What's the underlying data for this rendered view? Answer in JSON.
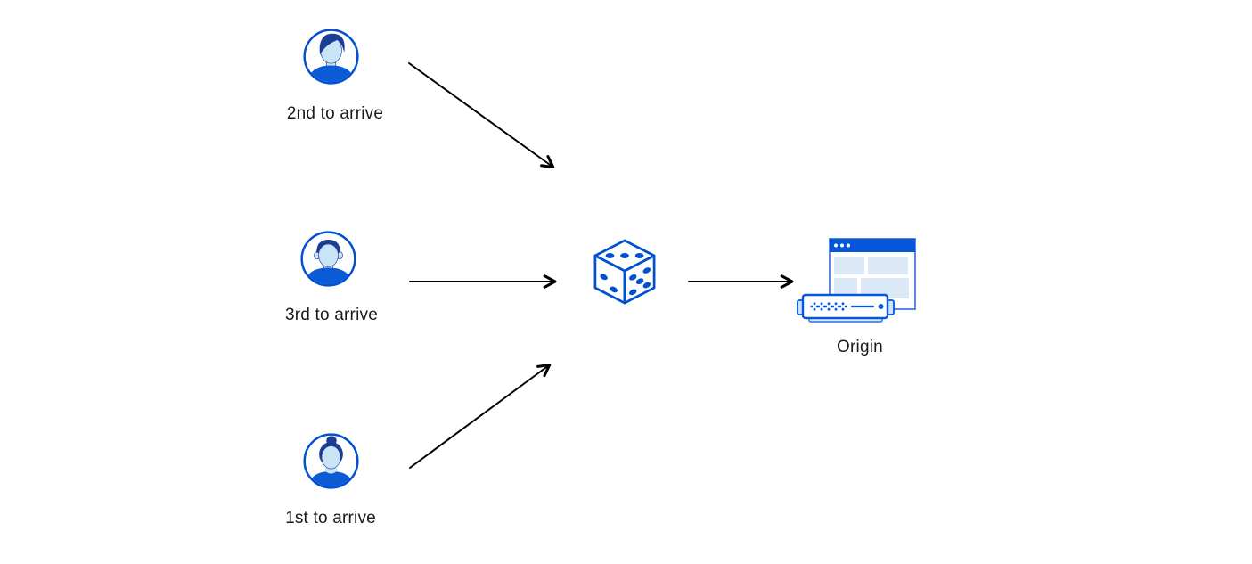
{
  "diagram": {
    "colors": {
      "primary_blue": "#0050d0",
      "title_bar_blue": "#0656dc",
      "dark_navy_hair": "#1c3d94",
      "skin_light_blue": "#c9e4f7",
      "pale_block_blue": "#dbe8f5",
      "arrow_black": "#000000",
      "label_text": "#1a1a1a",
      "background": "#ffffff"
    },
    "visitors": [
      {
        "id": "second",
        "label": "2nd to arrive",
        "icon": "male-avatar-icon"
      },
      {
        "id": "third",
        "label": "3rd to arrive",
        "icon": "male-flattop-avatar-icon"
      },
      {
        "id": "first",
        "label": "1st to arrive",
        "icon": "female-avatar-icon"
      }
    ],
    "randomizer": {
      "icon": "dice-icon"
    },
    "origin": {
      "label": "Origin",
      "icon": "origin-server-browser-icon"
    }
  }
}
